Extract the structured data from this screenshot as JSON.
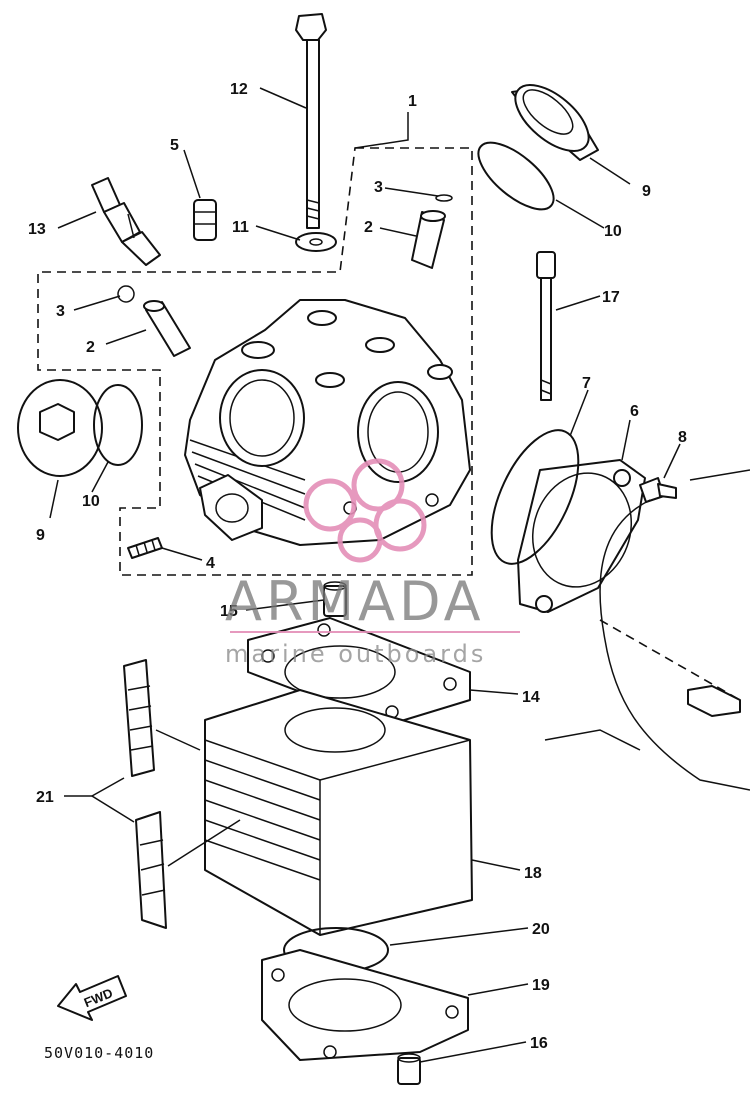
{
  "diagram": {
    "drawing_code": "50V010-4010",
    "fwd_label": "FWD",
    "callouts": [
      "1",
      "2",
      "3",
      "4",
      "5",
      "6",
      "7",
      "8",
      "9",
      "10",
      "11",
      "12",
      "13",
      "14",
      "15",
      "16",
      "17",
      "18",
      "19",
      "20",
      "21"
    ]
  },
  "watermark": {
    "brand": "ARMADA",
    "tagline": "marine outboards",
    "accent_color": "#e48fb8"
  }
}
